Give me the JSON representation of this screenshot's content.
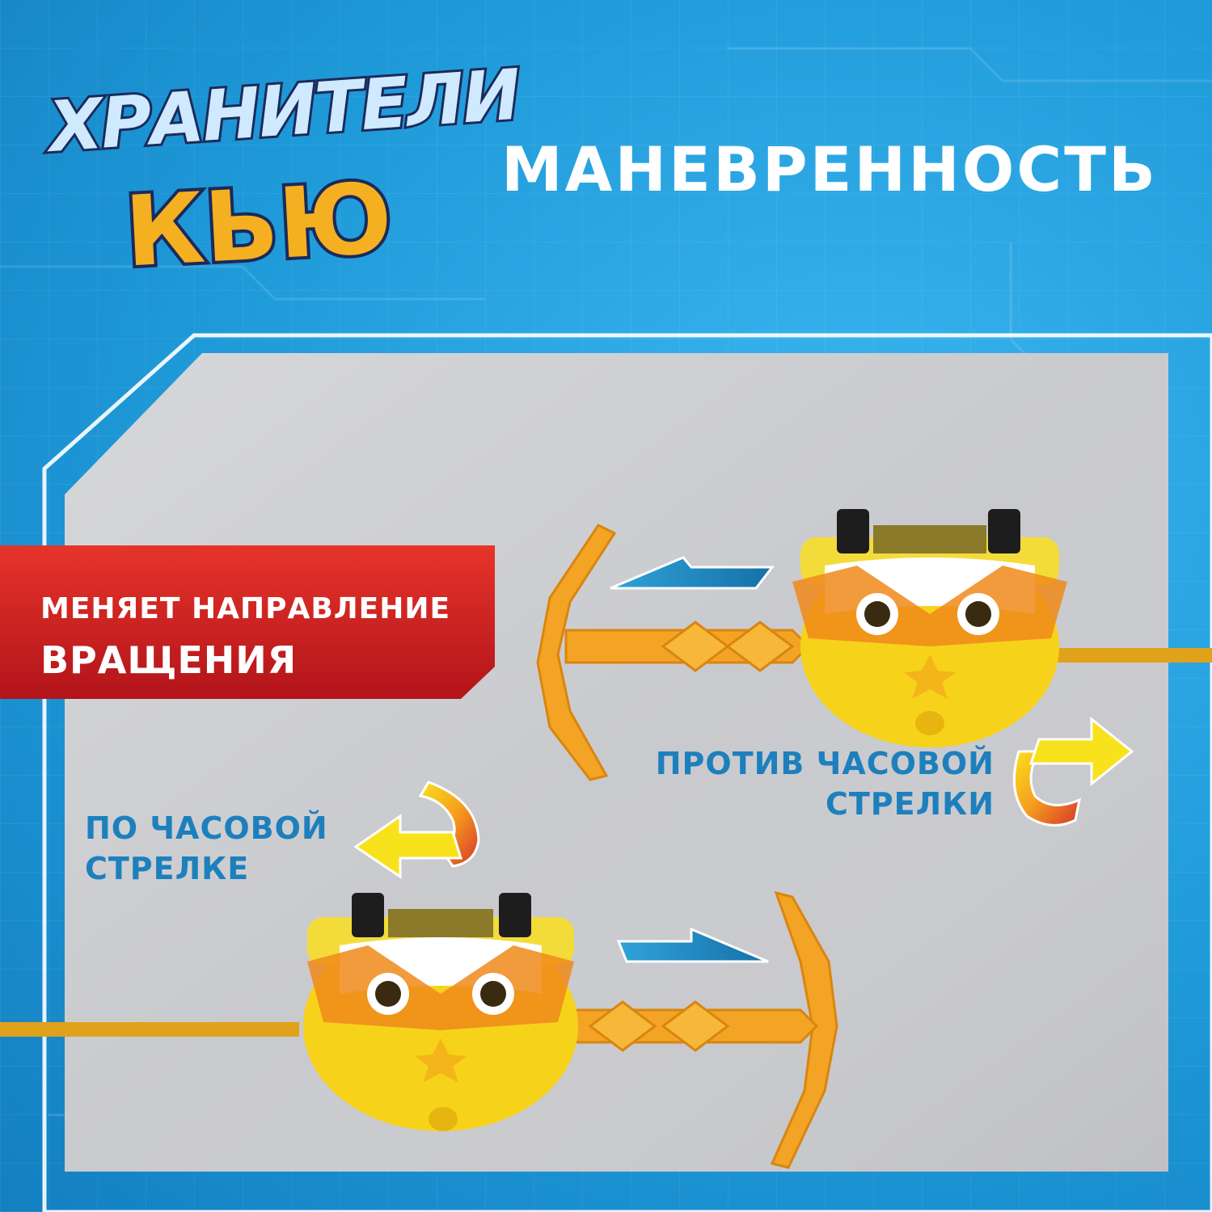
{
  "logo": {
    "line1": "ХРАНИТЕЛИ",
    "line2": "КЬЮ"
  },
  "title": "МАНЕВРЕННОСТЬ",
  "feature": {
    "line1": "МЕНЯЕТ НАПРАВЛЕНИЕ",
    "line2": "ВРАЩЕНИЯ"
  },
  "directions": {
    "counterclockwise": [
      "ПРОТИВ ЧАСОВОЙ",
      "СТРЕЛКИ"
    ],
    "clockwise": [
      "ПО ЧАСОВОЙ",
      "СТРЕЛКЕ"
    ]
  },
  "colors": {
    "background": "#2aa6e4",
    "panel": "#c7c9cc",
    "label_red": "#d51f1f",
    "text_blue": "#1d80bd",
    "toy_yellow": "#f7d21b",
    "launcher_orange": "#f3a424"
  }
}
